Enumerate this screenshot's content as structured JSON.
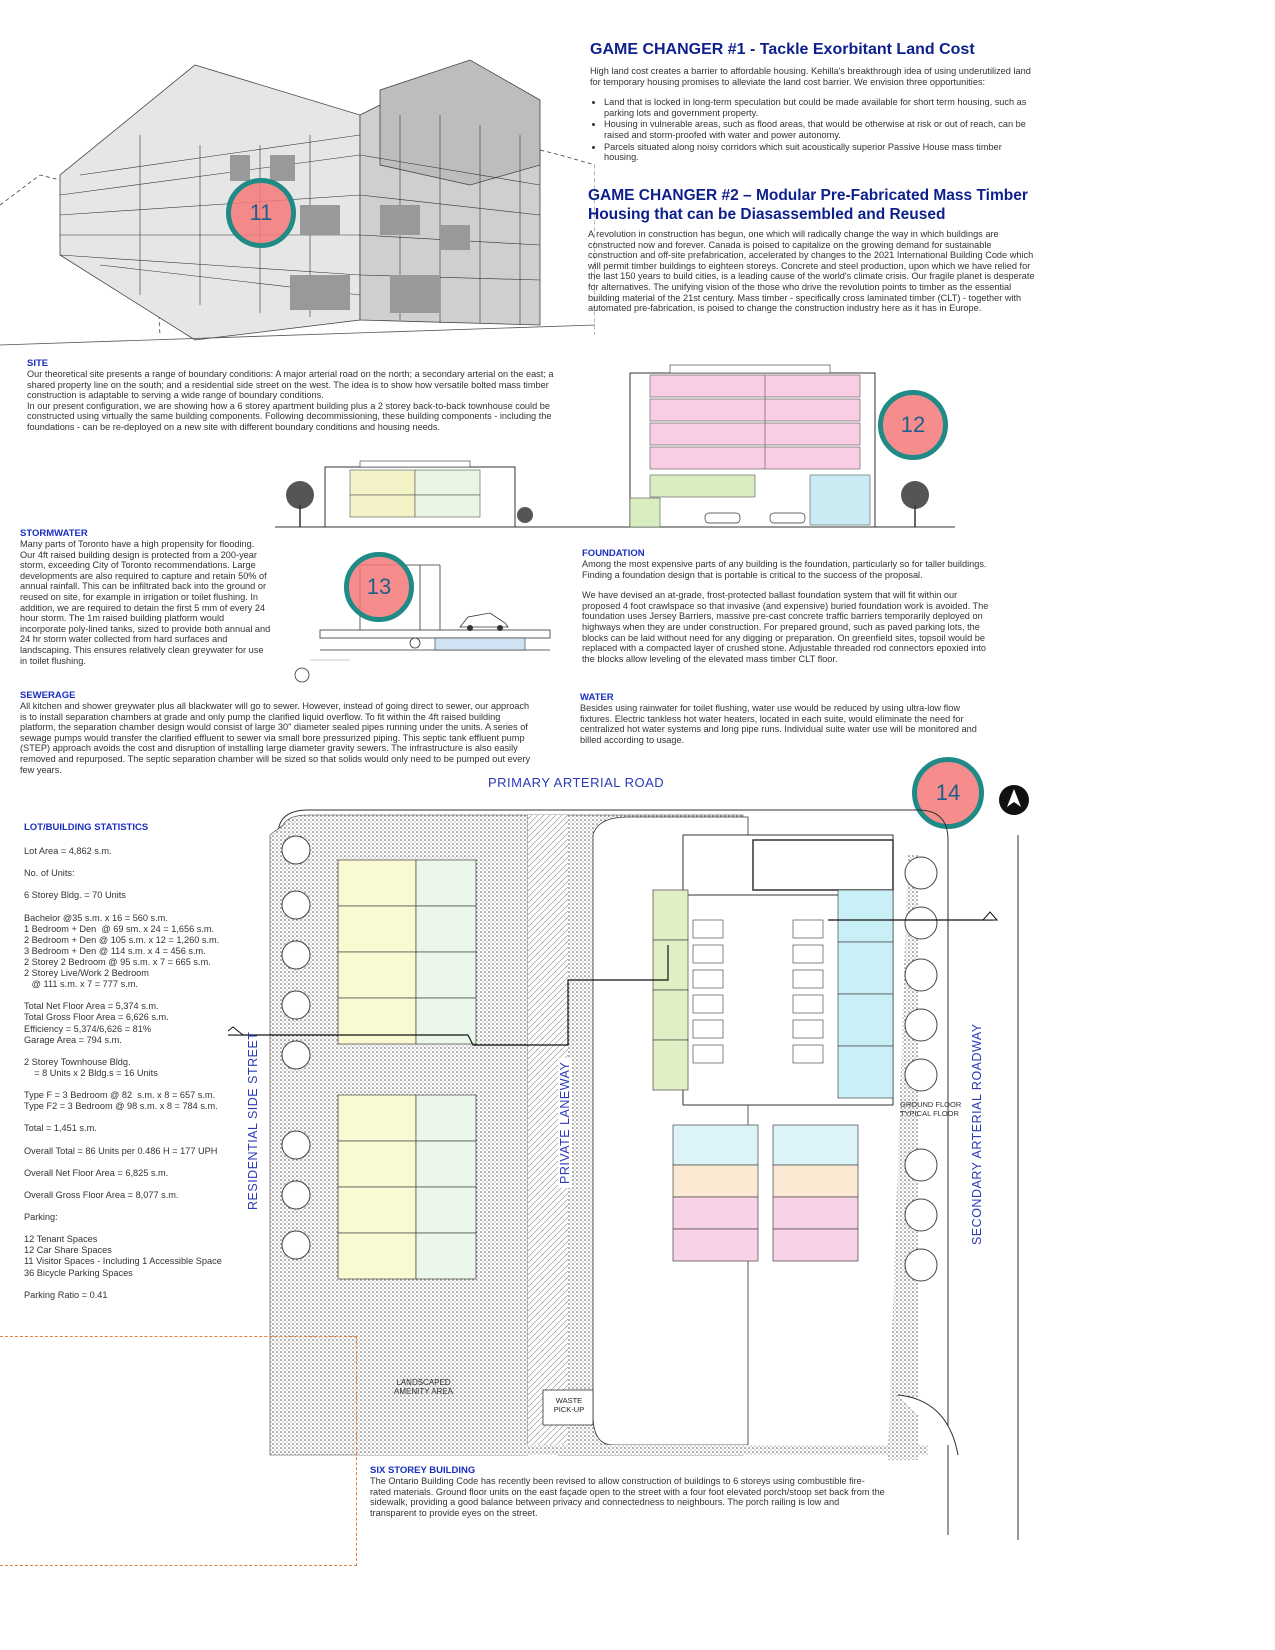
{
  "game_changer_1": {
    "title": "GAME CHANGER #1 - Tackle Exorbitant Land Cost",
    "intro": "High land cost creates a barrier to affordable housing.  Kehilla's breakthrough idea of using underutilized land for temporary housing promises to alleviate the land cost barrier.  We envision three opportunities:",
    "bullets": [
      "Land that is locked in long-term speculation but could be made available for short term housing, such as parking lots and government property.",
      "Housing in vulnerable areas, such as flood areas, that would be otherwise at risk or out of reach, can be raised and storm-proofed with water and power autonomy.",
      "Parcels situated along noisy corridors which suit acoustically superior Passive House mass timber housing."
    ]
  },
  "game_changer_2": {
    "title": "GAME CHANGER #2 – Modular Pre-Fabricated Mass Timber Housing that can be Diasassembled and Reused",
    "body": "A revolution in construction has begun, one which will radically change the way in which buildings are constructed now and forever. Canada is poised to capitalize on the growing demand for sustainable construction and off-site prefabrication, accelerated by changes to the 2021 International Building Code which will permit timber buildings to eighteen storeys. Concrete and steel production, upon which we have relied for the last 150 years to build cities, is a leading cause of the world's climate crisis. Our fragile planet is desperate for alternatives. The unifying vision of the those who drive the revolution points to timber as the essential building material of the 21st century. Mass timber - specifically cross laminated timber (CLT) - together with automated pre-fabrication, is poised to change the construction industry here as it has in Europe."
  },
  "site": {
    "heading": "SITE",
    "p1": "Our theoretical site presents a range of boundary conditions: A major arterial road on the north; a secondary arterial on the east; a shared property line on the south; and a residential side street on the west. The idea is to show how versatile bolted mass timber construction is adaptable to serving a wide range of boundary conditions.",
    "p2": "In our present configuration, we are showing how a 6 storey apartment building plus a 2 storey back-to-back townhouse could be constructed using virtually the same building components. Following decommissioning, these building components - including the foundations - can be re-deployed on a new site with different boundary conditions and housing needs."
  },
  "stormwater": {
    "heading": "STORMWATER",
    "body": "Many parts of Toronto have a high propensity for flooding. Our 4ft raised building design is protected from a 200-year storm, exceeding City of Toronto recommendations. Large developments are also required to capture and retain 50% of annual rainfall. This can be infiltrated back into the ground or reused on site, for example in irrigation or toilet flushing. In addition, we are required to detain the first 5 mm of every 24 hour storm.   The 1m raised building platform would incorporate poly-lined tanks, sized to provide both annual and 24 hr storm water collected from hard surfaces and landscaping.  This ensures relatively clean greywater for use in toilet flushing."
  },
  "sewerage": {
    "heading": "SEWERAGE",
    "body": "All kitchen and shower greywater plus all blackwater will go to sewer.  However, instead of going direct to sewer, our approach is to install separation chambers at grade and only pump the clarified liquid overflow.  To fit within the 4ft raised building platform, the separation chamber design would consist of large 30\" diameter sealed pipes running under the units.  A series of sewage pumps would transfer the clarified effluent to sewer via small bore pressurized piping.  This septic tank effluent pump (STEP) approach avoids the cost and disruption of installing large diameter gravity sewers.  The infrastructure is also easily removed and repurposed.  The septic separation chamber will be sized so that solids would only need to be pumped out every few years."
  },
  "foundation": {
    "heading": "FOUNDATION",
    "p1": "Among the most expensive parts of any building is the foundation, particularly so for taller buildings. Finding a foundation design that is portable is critical to the success of the proposal.",
    "p2": "We have devised an at-grade, frost-protected ballast foundation system that will fit within our proposed 4 foot crawlspace so that invasive (and expensive) buried foundation work is avoided. The foundation uses Jersey Barriers, massive pre-cast concrete traffic barriers temporarily deployed on highways when they are under construction.  For prepared ground, such as paved parking lots, the blocks can be laid without need for any digging or preparation. On greenfield sites, topsoil would be replaced with a compacted layer of crushed stone. Adjustable threaded rod connectors epoxied into the blocks allow leveling of the elevated mass timber CLT floor."
  },
  "water": {
    "heading": "WATER",
    "body": "Besides using rainwater for toilet flushing, water use would be reduced by using ultra-low flow fixtures.  Electric tankless hot water heaters, located in each suite, would eliminate the need for centralized hot water systems and long pipe runs.  Individual suite water use will be monitored and billed according to usage."
  },
  "six_storey": {
    "heading": "SIX STOREY BUILDING",
    "body": "The Ontario Building Code has recently been revised to allow construction of buildings to 6 storeys using combustible fire-rated materials. Ground floor units on the east façade open to the street with a four foot elevated porch/stoop set back from the sidewalk, providing a good balance between privacy and connectedness to neighbours. The porch railing is low and transparent to provide eyes on the street."
  },
  "markers": {
    "m11": "11",
    "m12": "12",
    "m13": "13",
    "m14": "14"
  },
  "roads": {
    "primary": "PRIMARY ARTERIAL ROAD",
    "secondary": "SECONDARY ARTERIAL ROADWAY",
    "residential": "RESIDENTIAL SIDE STREET",
    "laneway": "PRIVATE LANEWAY",
    "waste": "WASTE PICK-UP",
    "amenity": "LANDSCAPED AMENITY AREA",
    "ground_floor": "GROUND FLOOR",
    "typical_floor": "TYPICAL FLOOR"
  },
  "stats": {
    "heading": "LOT/BUILDING STATISTICS",
    "lines": [
      "Lot Area = 4,862 s.m.",
      "",
      "No. of Units:",
      "",
      "6 Storey Bldg. = 70 Units",
      "",
      "Bachelor @35 s.m. x 16 = 560 s.m.",
      "1 Bedroom + Den  @ 69 sm. x 24 = 1,656 s.m.",
      "2 Bedroom + Den @ 105 s.m. x 12 = 1,260 s.m.",
      "3 Bedroom + Den @ 114 s.m. x 4 = 456 s.m.",
      "2 Storey 2 Bedroom @ 95 s.m. x 7 = 665 s.m.",
      "2 Storey Live/Work 2 Bedroom",
      "   @ 111 s.m. x 7 = 777 s.m.",
      "",
      "Total Net Floor Area = 5,374 s.m.",
      "Total Gross Floor Area = 6,626 s.m.",
      "Efficiency = 5,374/6,626 = 81%",
      "Garage Area = 794 s.m.",
      "",
      "2 Storey Townhouse Bldg.",
      "    = 8 Units x 2 Bldg.s = 16 Units",
      "",
      "Type F = 3 Bedroom @ 82  s.m. x 8 = 657 s.m.",
      "Type F2 = 3 Bedroom @ 98 s.m. x 8 = 784 s.m.",
      "",
      "Total = 1,451 s.m.",
      "",
      "Overall Total = 86 Units per 0.486 H = 177 UPH",
      "",
      "Overall Net Floor Area = 6,825 s.m.",
      "",
      "Overall Gross Floor Area = 8,077 s.m.",
      "",
      "Parking:",
      "",
      "12 Tenant Spaces",
      "12 Car Share Spaces",
      "11 Visitor Spaces - Including 1 Accessible Space",
      "36 Bicycle Parking Spaces",
      "",
      "Parking Ratio = 0.41"
    ]
  },
  "colors": {
    "heading": "#0d1f8c",
    "section": "#1a2fc0",
    "marker_ring": "#1f8a86",
    "marker_fill": "#f47878"
  }
}
